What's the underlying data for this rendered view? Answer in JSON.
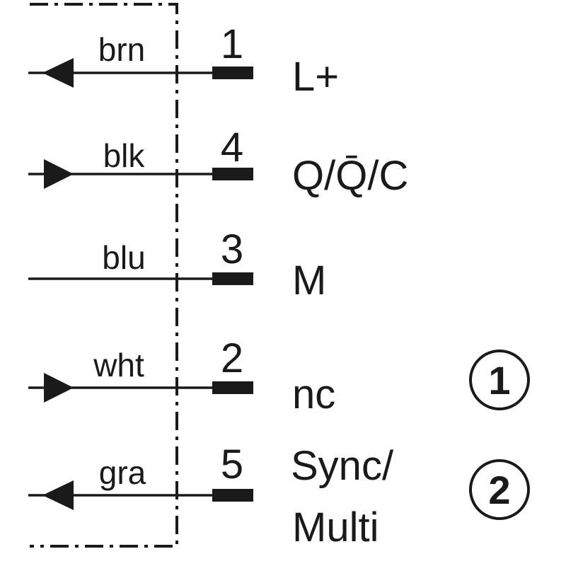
{
  "diagram": {
    "pins": [
      {
        "wire_color": "brn",
        "pin_number": "1",
        "signal": "L+",
        "arrow": "left"
      },
      {
        "wire_color": "blk",
        "pin_number": "4",
        "signal": "Q/Q̄/C",
        "arrow": "right"
      },
      {
        "wire_color": "blu",
        "pin_number": "3",
        "signal": "M",
        "arrow": "none"
      },
      {
        "wire_color": "wht",
        "pin_number": "2",
        "signal": "nc",
        "arrow": "right",
        "note": "1"
      },
      {
        "wire_color": "gra",
        "pin_number": "5",
        "signal": "Sync/",
        "signal_line2": "Multi",
        "arrow": "left",
        "note": "2"
      }
    ],
    "colors": {
      "ink": "#1a1a1a",
      "background": "#ffffff"
    }
  }
}
